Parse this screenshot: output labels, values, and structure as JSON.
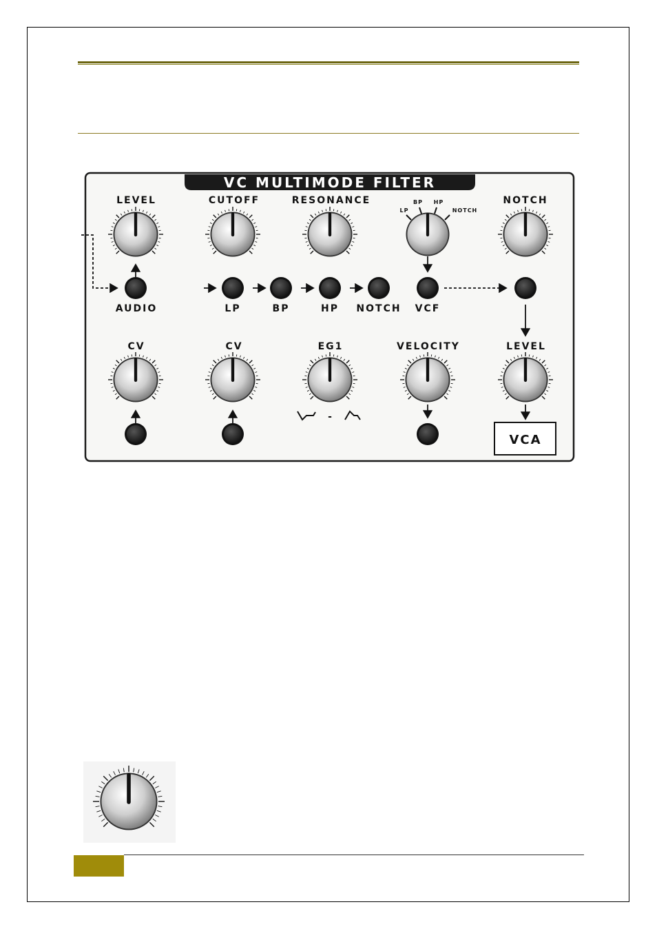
{
  "panel": {
    "title": "VC MULTIMODE FILTER",
    "top_row_labels": {
      "level": "LEVEL",
      "cutoff": "CUTOFF",
      "resonance": "RESONANCE",
      "notch": "NOTCH"
    },
    "mode_selector": {
      "options": [
        "LP",
        "BP",
        "HP",
        "NOTCH"
      ],
      "selected": "BP"
    },
    "jack_labels": {
      "audio": "AUDIO",
      "lp": "LP",
      "bp": "BP",
      "hp": "HP",
      "notch": "NOTCH",
      "vcf": "VCF"
    },
    "bottom_row_labels": {
      "cv1": "CV",
      "cv2": "CV",
      "eg1": "EG1",
      "velocity": "VELOCITY",
      "level": "LEVEL"
    },
    "eg1_polarity_separator": "-",
    "vca_label": "VCA"
  },
  "colors": {
    "accent_rule": "#6b6410",
    "footer_block": "#a08c0a",
    "panel_bg": "#f7f7f5",
    "panel_border": "#1a1a1a"
  },
  "icons": [
    "knob-icon",
    "jack-icon",
    "arrow-icon",
    "inverted-envelope-icon",
    "envelope-icon"
  ]
}
